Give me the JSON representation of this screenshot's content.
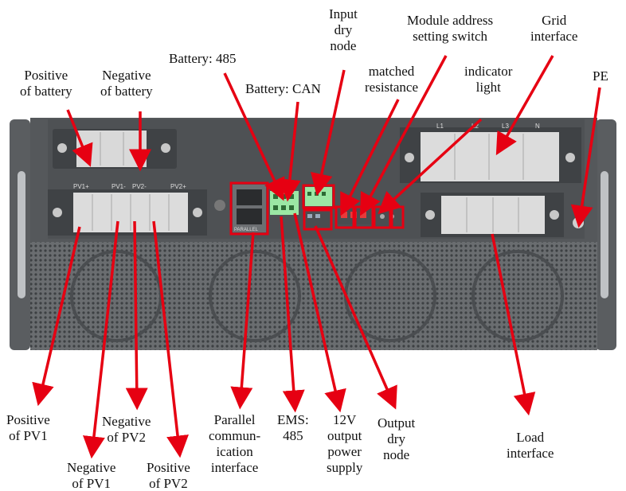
{
  "colors": {
    "accent_red": "#e60012",
    "panel_gray": "#5a5d60",
    "terminal_gray": "#dcdcdc",
    "green_block": "#9be7a4"
  },
  "labels": {
    "pos_battery": [
      "Positive",
      "of battery"
    ],
    "neg_battery": [
      "Negative",
      "of battery"
    ],
    "battery_485": [
      "Battery: 485"
    ],
    "battery_can": [
      "Battery: CAN"
    ],
    "input_dry": [
      "Input",
      "dry",
      "node"
    ],
    "matched_res": [
      "matched",
      "resistance"
    ],
    "module_addr": [
      "Module address",
      "setting switch"
    ],
    "indicator": [
      "indicator",
      "light"
    ],
    "grid": [
      "Grid",
      "interface"
    ],
    "pe": [
      "PE"
    ],
    "pos_pv1": [
      "Positive",
      "of PV1"
    ],
    "neg_pv1": [
      "Negative",
      "of PV1"
    ],
    "neg_pv2": [
      "Negative",
      "of PV2"
    ],
    "pos_pv2": [
      "Positive",
      "of PV2"
    ],
    "parallel": [
      "Parallel",
      "commun-",
      "ication",
      "interface"
    ],
    "ems": [
      "EMS:",
      "485"
    ],
    "v12": [
      "12V",
      "output",
      "power",
      "supply"
    ],
    "output_dry": [
      "Output",
      "dry",
      "node"
    ],
    "load": [
      "Load",
      "interface"
    ]
  },
  "panel_text": {
    "pv_pos1": "PV1+",
    "pv_neg1": "PV1-",
    "pv_pos2": "PV2+",
    "pv_neg2": "PV2-",
    "grid_l1": "L1",
    "grid_l2": "L2",
    "grid_l3": "L3",
    "grid_n": "N",
    "parallel_tag": "PARALLEL"
  }
}
